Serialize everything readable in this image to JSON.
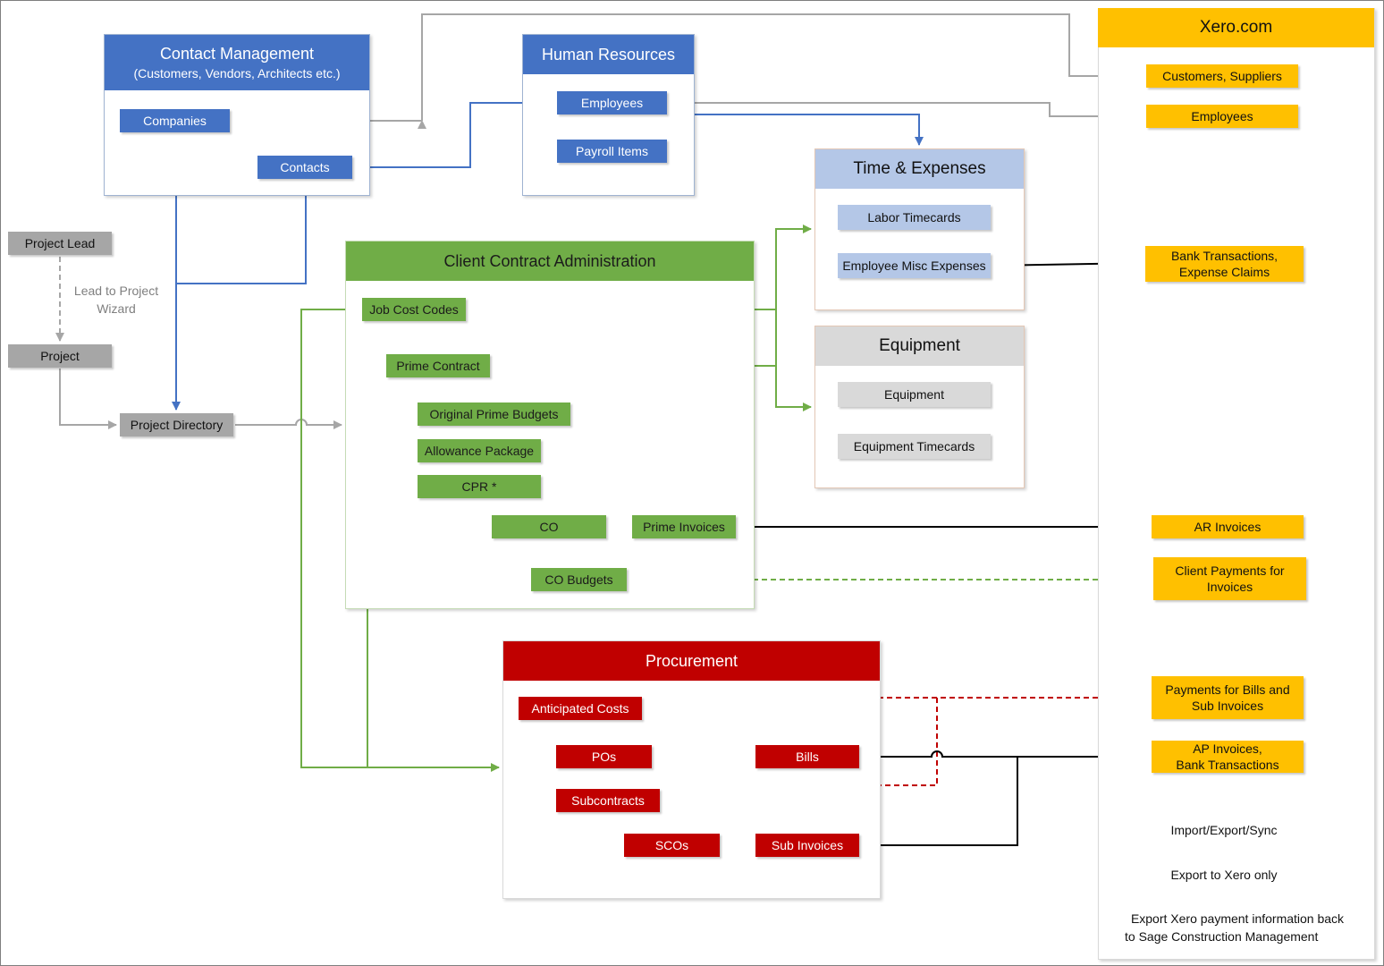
{
  "xero": {
    "title": "Xero.com",
    "customers_suppliers": "Customers, Suppliers",
    "employees": "Employees",
    "bank_transactions_line1": "Bank Transactions,",
    "bank_transactions_line2": "Expense Claims",
    "ar_invoices": "AR Invoices",
    "client_payments_line1": "Client Payments for",
    "client_payments_line2": "Invoices",
    "payments_bills_line1": "Payments for Bills and",
    "payments_bills_line2": "Sub Invoices",
    "ap_invoices_line1": "AP Invoices,",
    "ap_invoices_line2": "Bank Transactions"
  },
  "legend": {
    "import_export_sync": "Import/Export/Sync",
    "export_only": "Export to Xero only",
    "payment_back_line1": "Export Xero payment information back",
    "payment_back_line2": "to Sage Construction Management"
  },
  "contact_management": {
    "title": "Contact Management",
    "subtitle": "(Customers, Vendors, Architects etc.)",
    "companies": "Companies",
    "contacts": "Contacts"
  },
  "human_resources": {
    "title": "Human Resources",
    "employees": "Employees",
    "payroll_items": "Payroll Items"
  },
  "time_expenses": {
    "title": "Time & Expenses",
    "labor_timecards": "Labor Timecards",
    "employee_misc_expenses": "Employee Misc Expenses"
  },
  "equipment": {
    "title": "Equipment",
    "equipment": "Equipment",
    "equipment_timecards": "Equipment Timecards"
  },
  "project": {
    "project_lead": "Project Lead",
    "wizard_line1": "Lead to Project",
    "wizard_line2": "Wizard",
    "project": "Project",
    "project_directory": "Project Directory"
  },
  "client_contract": {
    "title": "Client Contract Administration",
    "job_cost_codes": "Job Cost Codes",
    "prime_contract": "Prime Contract",
    "original_prime_budgets": "Original Prime Budgets",
    "allowance_package": "Allowance Package",
    "cpr": "CPR *",
    "co": "CO",
    "prime_invoices": "Prime Invoices",
    "co_budgets": "CO Budgets"
  },
  "procurement": {
    "title": "Procurement",
    "anticipated_costs": "Anticipated Costs",
    "pos": "POs",
    "bills": "Bills",
    "subcontracts": "Subcontracts",
    "scos": "SCOs",
    "sub_invoices": "Sub Invoices"
  },
  "colors": {
    "blue": "#4472c4",
    "green": "#70ad47",
    "gray": "#a6a6a6",
    "red": "#c00000",
    "yellow": "#ffc000",
    "light_blue": "#b4c7e7",
    "light_gray": "#d9d9d9",
    "black": "#000000"
  }
}
